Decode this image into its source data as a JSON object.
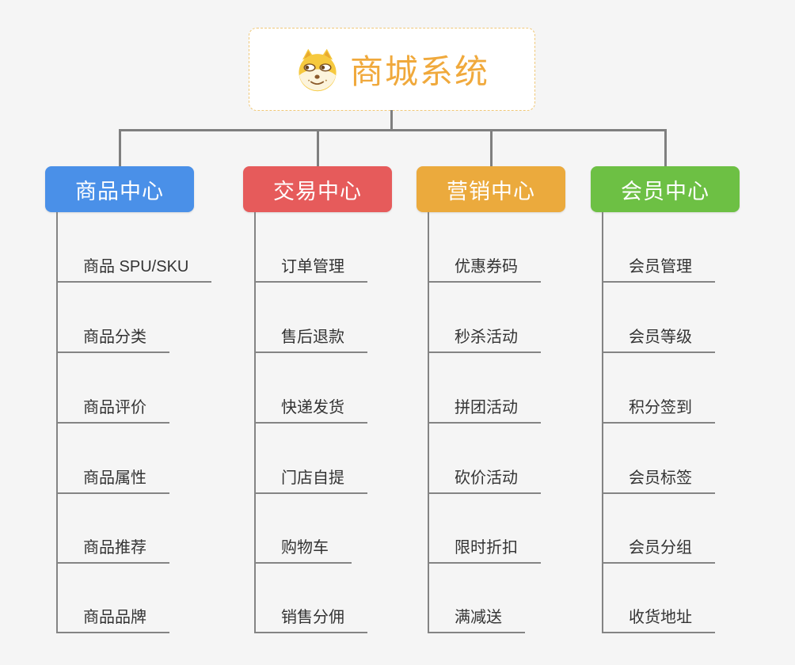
{
  "root": {
    "title": "商城系统",
    "icon": "shiba-dog-icon"
  },
  "colors": {
    "background": "#f5f5f5",
    "root_border": "#f0c878",
    "root_title": "#f0a93c",
    "connector": "#7f7f7f",
    "leaf_text": "#333333",
    "leaf_line": "#848484"
  },
  "branches": [
    {
      "label": "商品中心",
      "color": "#4a90e8",
      "children": [
        "商品 SPU/SKU",
        "商品分类",
        "商品评价",
        "商品属性",
        "商品推荐",
        "商品品牌"
      ]
    },
    {
      "label": "交易中心",
      "color": "#e65b5b",
      "children": [
        "订单管理",
        "售后退款",
        "快递发货",
        "门店自提",
        "购物车",
        "销售分佣"
      ]
    },
    {
      "label": "营销中心",
      "color": "#ebaa3d",
      "children": [
        "优惠券码",
        "秒杀活动",
        "拼团活动",
        "砍价活动",
        "限时折扣",
        "满减送"
      ]
    },
    {
      "label": "会员中心",
      "color": "#6dc044",
      "children": [
        "会员管理",
        "会员等级",
        "积分签到",
        "会员标签",
        "会员分组",
        "收货地址"
      ]
    }
  ]
}
